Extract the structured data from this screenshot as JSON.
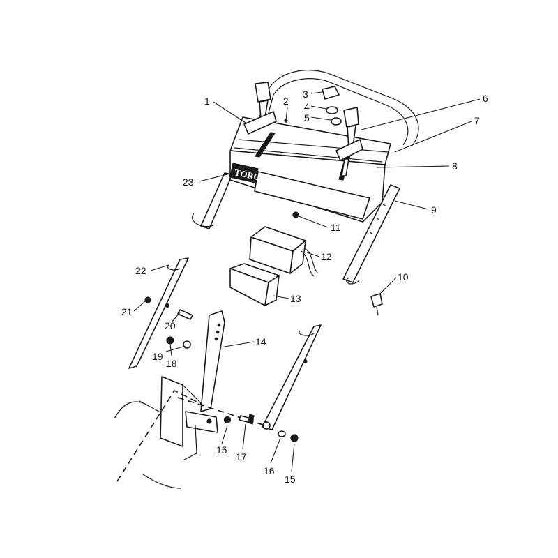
{
  "diagram": {
    "logo_text": "TORO",
    "callouts": [
      {
        "id": "1",
        "label": "1"
      },
      {
        "id": "2",
        "label": "2"
      },
      {
        "id": "3",
        "label": "3"
      },
      {
        "id": "4",
        "label": "4"
      },
      {
        "id": "5",
        "label": "5"
      },
      {
        "id": "6",
        "label": "6"
      },
      {
        "id": "7",
        "label": "7"
      },
      {
        "id": "8",
        "label": "8"
      },
      {
        "id": "9",
        "label": "9"
      },
      {
        "id": "10",
        "label": "10"
      },
      {
        "id": "11",
        "label": "11"
      },
      {
        "id": "12",
        "label": "12"
      },
      {
        "id": "13",
        "label": "13"
      },
      {
        "id": "14",
        "label": "14"
      },
      {
        "id": "15a",
        "label": "15"
      },
      {
        "id": "15b",
        "label": "15"
      },
      {
        "id": "16",
        "label": "16"
      },
      {
        "id": "17",
        "label": "17"
      },
      {
        "id": "18",
        "label": "18"
      },
      {
        "id": "19",
        "label": "19"
      },
      {
        "id": "20",
        "label": "20"
      },
      {
        "id": "21",
        "label": "21"
      },
      {
        "id": "22",
        "label": "22"
      },
      {
        "id": "23",
        "label": "23"
      }
    ]
  }
}
